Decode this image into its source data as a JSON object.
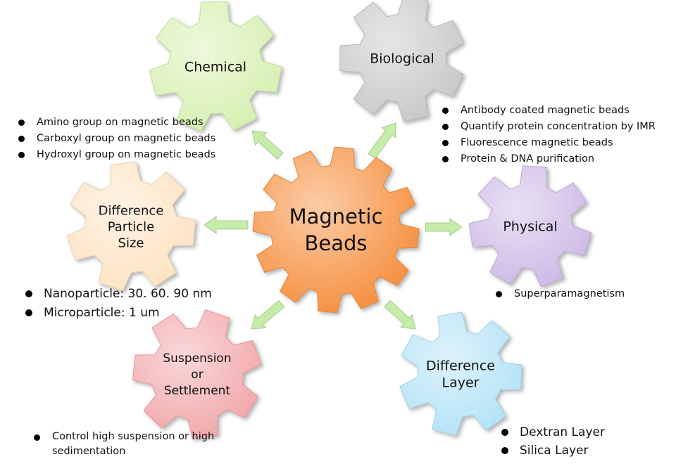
{
  "center": {
    "line1": "Magnetic",
    "line2": "Beads",
    "color": "#f58e3c"
  },
  "nodes": {
    "chemical": {
      "lines": [
        "Chemical"
      ],
      "color": "#d6f0b0",
      "bullets": [
        "Amino group on magnetic beads",
        "Carboxyl group on magnetic beads",
        "Hydroxyl group on magnetic beads"
      ]
    },
    "biological": {
      "lines": [
        "Biological"
      ],
      "color": "#c8c8c8",
      "bullets": [
        "Antibody coated magnetic beads",
        "Quantify protein concentration by IMR",
        "Fluorescence magnetic beads",
        "Protein & DNA purification"
      ]
    },
    "particle_size": {
      "lines": [
        "Difference",
        "Particle",
        "Size"
      ],
      "color": "#fde3c2",
      "bullets": [
        "Nanoparticle: 30. 60. 90 nm",
        "Microparticle: 1 um"
      ]
    },
    "physical": {
      "lines": [
        "Physical"
      ],
      "color": "#cdb9e6",
      "bullets": [
        "Superparamagnetism"
      ]
    },
    "suspension": {
      "lines": [
        "Suspension",
        "or",
        "Settlement"
      ],
      "color": "#f2a7aa",
      "bullets": [
        "Control high suspension or high sedimentation"
      ]
    },
    "layer": {
      "lines": [
        "Difference",
        "Layer"
      ],
      "color": "#b3e3f7",
      "bullets": [
        "Dextran Layer",
        "Silica Layer"
      ]
    }
  },
  "arrow_color": "#c6eca9"
}
